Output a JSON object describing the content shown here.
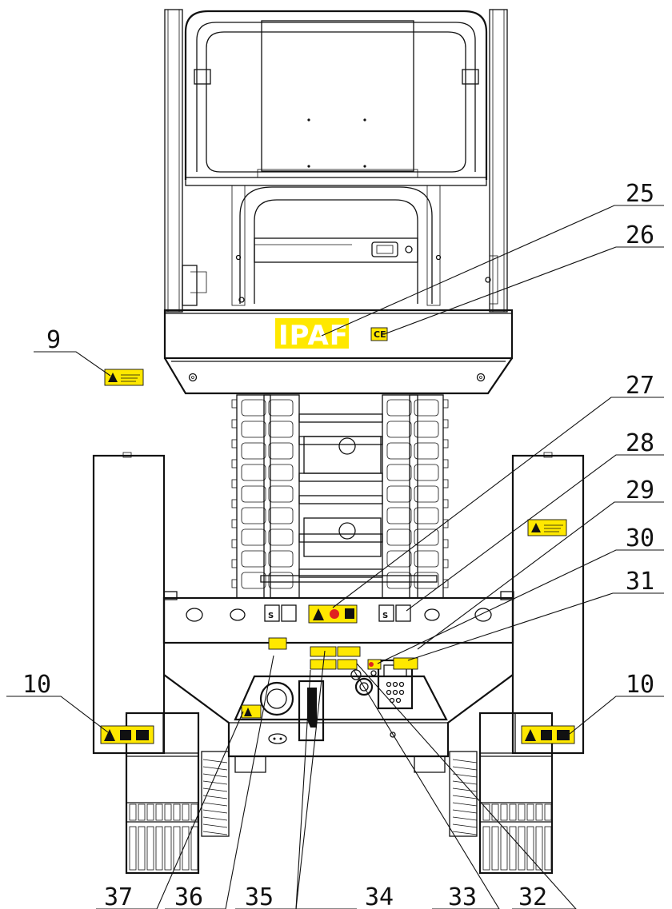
{
  "brand": {
    "ipaf_text": "IPAF",
    "ce_text": "CE",
    "label_color": "#ffe800"
  },
  "callouts": [
    {
      "id": "callout-25",
      "number": "25"
    },
    {
      "id": "callout-26",
      "number": "26"
    },
    {
      "id": "callout-27",
      "number": "27"
    },
    {
      "id": "callout-28",
      "number": "28"
    },
    {
      "id": "callout-29",
      "number": "29"
    },
    {
      "id": "callout-30",
      "number": "30"
    },
    {
      "id": "callout-31",
      "number": "31"
    },
    {
      "id": "callout-9",
      "number": "9"
    },
    {
      "id": "callout-10-left",
      "number": "10"
    },
    {
      "id": "callout-10-right",
      "number": "10"
    },
    {
      "id": "callout-37",
      "number": "37"
    },
    {
      "id": "callout-36",
      "number": "36"
    },
    {
      "id": "callout-35",
      "number": "35"
    },
    {
      "id": "callout-34",
      "number": "34"
    },
    {
      "id": "callout-33",
      "number": "33"
    },
    {
      "id": "callout-32",
      "number": "32"
    }
  ]
}
